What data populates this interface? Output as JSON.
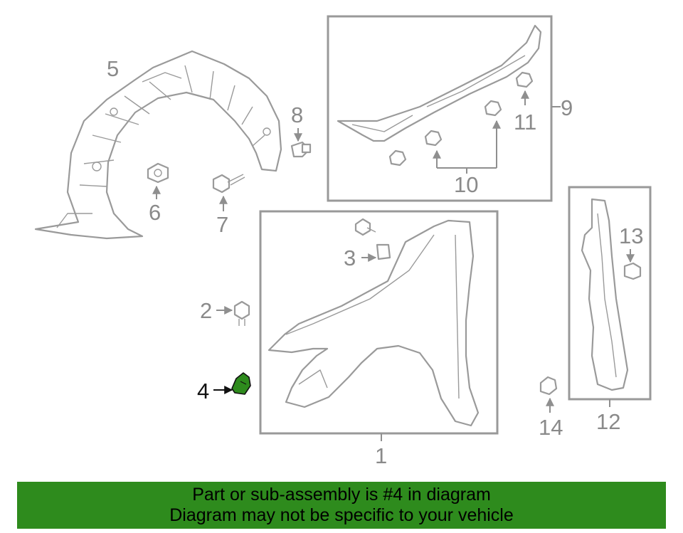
{
  "callouts": {
    "c1": "1",
    "c2": "2",
    "c3": "3",
    "c4": "4",
    "c5": "5",
    "c6": "6",
    "c7": "7",
    "c8": "8",
    "c9": "9",
    "c10": "10",
    "c11": "11",
    "c12": "12",
    "c13": "13",
    "c14": "14"
  },
  "highlighted_part": "4",
  "highlight_color": "#2e8b1d",
  "banner": {
    "line1": "Part or sub-assembly is #4 in diagram",
    "line2": "Diagram may not be specific to your vehicle",
    "background": "#2e8b1d"
  }
}
